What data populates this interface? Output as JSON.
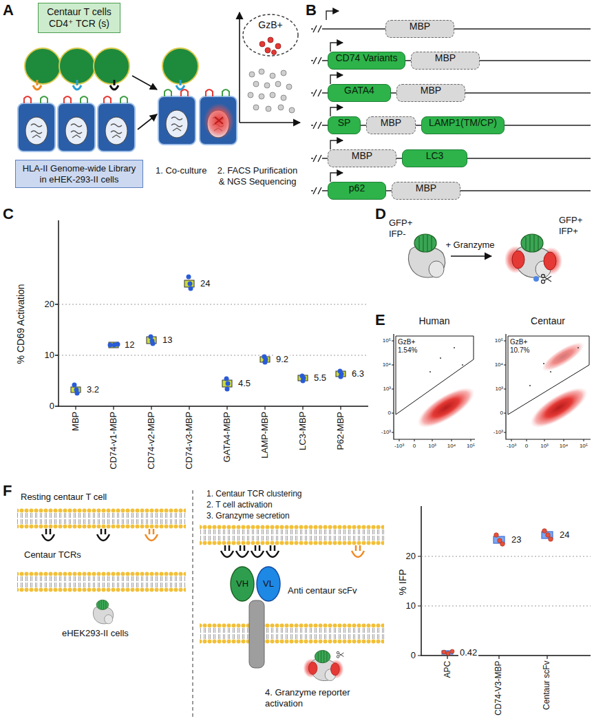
{
  "diagram": {
    "nodes": [
      {
        "text": [
          "Centaur T cells CD4⁺ TCR (s)"
        ]
      },
      {
        "text": [
          "HLA-II Genome-wide Library in eHEK-293-II cells"
        ]
      },
      {
        "text": [
          "GzB+"
        ]
      },
      {
        "text": [
          "MBP"
        ]
      },
      {
        "text": [
          "CD74 Variants"
        ]
      },
      {
        "text": [
          "MBP"
        ]
      },
      {
        "text": [
          "GATA4"
        ]
      },
      {
        "text": [
          "MBP"
        ]
      },
      {
        "text": [
          "SP"
        ]
      },
      {
        "text": [
          "MBP"
        ]
      },
      {
        "text": [
          "LAMP1(TM/CP)"
        ]
      },
      {
        "text": [
          "MBP"
        ]
      },
      {
        "text": [
          "LC3"
        ]
      },
      {
        "text": [
          "p62"
        ]
      },
      {
        "text": [
          "MBP"
        ]
      },
      {
        "text": [
          "VH"
        ]
      },
      {
        "text": [
          "VL"
        ]
      }
    ],
    "labels": [
      "A",
      "B",
      "C",
      "D",
      "E",
      "F",
      "1. Co-culture",
      "2. FACS Purification & NGS Sequencing",
      "% CD69 Activation",
      "0",
      "10",
      "20",
      "3.2",
      "12",
      "13",
      "24",
      "4.5",
      "9.2",
      "5.5",
      "6.3",
      "MBP",
      "CD74-v1-MBP",
      "CD74-v2-MBP",
      "CD74-v3-MBP",
      "GATA4-MBP",
      "LAMP-MBP",
      "LC3-MBP",
      "P62-MBP",
      "GFP+ IFP-",
      "+ Granzyme",
      "GFP+ IFP+",
      "Human",
      "Centaur",
      "GzB+ 1.54%",
      "GzB+ 10.7%",
      "10⁵",
      "10⁴",
      "10³",
      "0",
      "-10³",
      "-10³",
      "0",
      "10³",
      "10⁴",
      "10⁵",
      "10⁵",
      "10⁴",
      "10³",
      "0",
      "-10³",
      "-10³",
      "0",
      "10³",
      "10⁴",
      "10⁵",
      "Resting centaur T cell",
      "Centaur TCRs",
      "eHEK293-II cells",
      "1. Centaur TCR clustering",
      "2. T cell activation",
      "3. Granzyme secretion",
      "Anti centaur scFv",
      "4. Granzyme reporter activation",
      "% IFP",
      "0",
      "10",
      "20",
      "0.42",
      "23",
      "24",
      "APC",
      "CD74-V3-MBP",
      "Centaur scFv"
    ]
  }
}
